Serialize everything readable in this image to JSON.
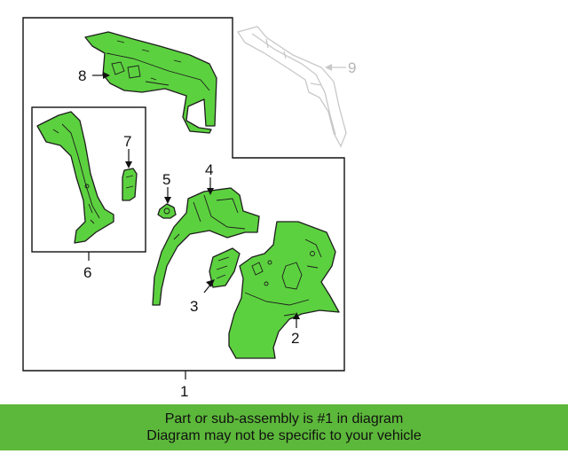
{
  "colors": {
    "part_fill": "#5cd13f",
    "outline": "#1d1d1d",
    "ghost_outline": "#c8c8c8",
    "caption_background": "#5cb83a"
  },
  "callouts": {
    "c1": "1",
    "c2": "2",
    "c3": "3",
    "c4": "4",
    "c5": "5",
    "c6": "6",
    "c7": "7",
    "c8": "8",
    "c9": "9"
  },
  "caption": {
    "line1": "Part or sub-assembly is #1 in diagram",
    "line2": "Diagram may not be specific to your vehicle"
  }
}
